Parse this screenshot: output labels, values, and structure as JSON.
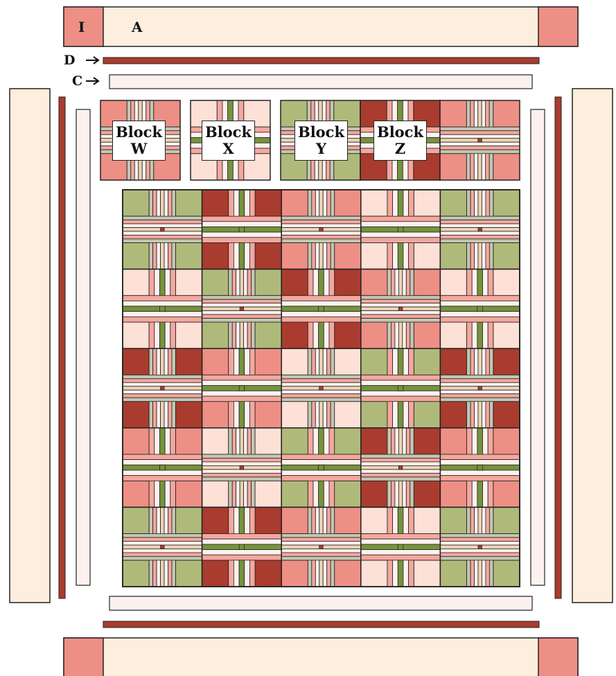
{
  "labels": {
    "corner": "I",
    "top_border": "A",
    "d_arrow": "D",
    "c_arrow": "C",
    "arrow_glyph": "→"
  },
  "blocks": [
    {
      "word": "Block",
      "letter": "W"
    },
    {
      "word": "Block",
      "letter": "X"
    },
    {
      "word": "Block",
      "letter": "Y"
    },
    {
      "word": "Block",
      "letter": "Z"
    }
  ],
  "colors": {
    "corner": "#ee8f86",
    "border": "#fdeedd",
    "dark_strip": "#a93c2e",
    "light_strip": "#fdf1ef",
    "green": "#afba7a",
    "dark_red": "#a93c2e",
    "pink": "#ee8f86",
    "pale": "#fde0d6",
    "sage": "#c3c7b1",
    "olive": "#76933b",
    "rose": "#f5a79e",
    "sand": "#ecd4b4",
    "cream": "#fdf1ef"
  }
}
